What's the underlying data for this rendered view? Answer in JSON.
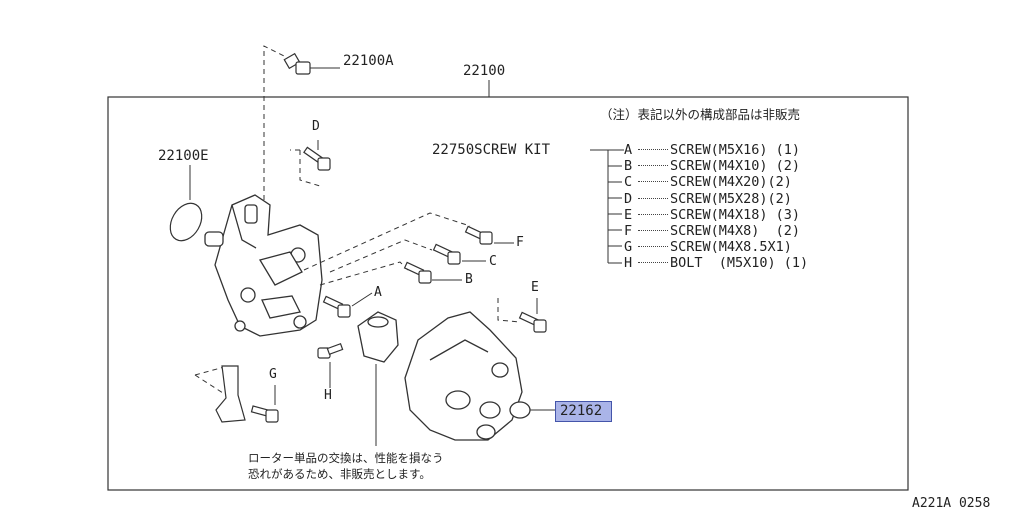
{
  "diagram": {
    "part_labels": {
      "main_assembly": "22100",
      "bolt_top": "22100A",
      "o_ring": "22100E",
      "screw_kit": "22750SCREW KIT",
      "cap": "22162"
    },
    "note_header": "（注）表記以外の構成部品は非販売",
    "screw_kit_items": [
      {
        "letter": "A",
        "desc": "SCREW(M5X16) (1)"
      },
      {
        "letter": "B",
        "desc": "SCREW(M4X10) (2)"
      },
      {
        "letter": "C",
        "desc": "SCREW(M4X20)(2)"
      },
      {
        "letter": "D",
        "desc": "SCREW(M5X28)(2)"
      },
      {
        "letter": "E",
        "desc": "SCREW(M4X18) (3)"
      },
      {
        "letter": "F",
        "desc": "SCREW(M4X8)  (2)"
      },
      {
        "letter": "G",
        "desc": "SCREW(M4X8.5X1)"
      },
      {
        "letter": "H",
        "desc": "BOLT  (M5X10) (1)"
      }
    ],
    "callout_letters": {
      "d": "D",
      "f": "F",
      "c": "C",
      "b": "B",
      "a": "A",
      "e": "E",
      "g": "G",
      "h": "H"
    },
    "rotor_note_line1": "ローター単品の交換は、性能を損なう",
    "rotor_note_line2": "恐れがあるため、非販売とします。",
    "figure_code": "A221A 0258",
    "highlight_color": "#aab4e8"
  }
}
